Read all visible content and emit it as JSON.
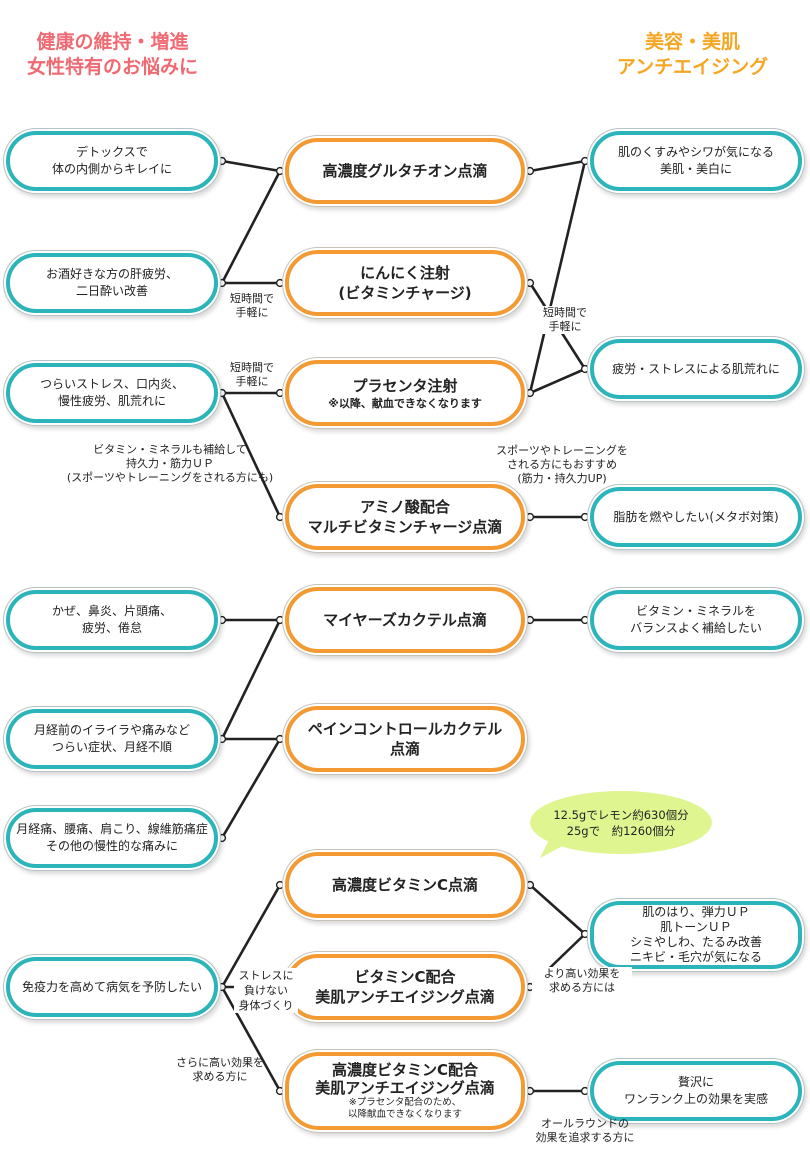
{
  "header": {
    "left": [
      "健康の維持・増進",
      "女性特有のお悩みに"
    ],
    "right": [
      "美容・美肌",
      "アンチエイジング"
    ],
    "left_color": "#f06a73",
    "right_color": "#f5a623"
  },
  "left_items": [
    [
      "デトックスで",
      "体の内側からキレイに"
    ],
    [
      "お酒好きな方の肝疲労、",
      "二日酔い改善"
    ],
    [
      "つらいストレス、口内炎、",
      "慢性疲労、肌荒れに"
    ],
    [
      "かぜ、鼻炎、片頭痛、",
      "疲労、倦怠"
    ],
    [
      "月経前のイライラや痛みなど",
      "つらい症状、月経不順"
    ],
    [
      "月経痛、腰痛、肩こり、線維筋痛症",
      "その他の慢性的な痛みに"
    ],
    [
      "免疫力を高めて病気を予防したい"
    ]
  ],
  "treatments": [
    {
      "lines": [
        "高濃度グルタチオン点滴"
      ],
      "sub": []
    },
    {
      "lines": [
        "にんにく注射",
        "(ビタミンチャージ)"
      ],
      "sub": []
    },
    {
      "lines": [
        "プラセンタ注射"
      ],
      "sub": [
        "※以降、献血できなくなります"
      ]
    },
    {
      "lines": [
        "アミノ酸配合",
        "マルチビタミンチャージ点滴"
      ],
      "sub": []
    },
    {
      "lines": [
        "マイヤーズカクテル点滴"
      ],
      "sub": []
    },
    {
      "lines": [
        "ペインコントロールカクテル",
        "点滴"
      ],
      "sub": []
    },
    {
      "lines": [
        "高濃度ビタミンC点滴"
      ],
      "sub": []
    },
    {
      "lines": [
        "ビタミンC配合",
        "美肌アンチエイジング点滴"
      ],
      "sub": []
    },
    {
      "lines": [
        "高濃度ビタミンC配合",
        "美肌アンチエイジング点滴"
      ],
      "sub": [
        "※プラセンタ配合のため、",
        "以降献血できなくなります"
      ]
    }
  ],
  "right_items": [
    [
      "肌のくすみやシワが気になる",
      "美肌・美白に"
    ],
    [
      "疲労・ストレスによる肌荒れに"
    ],
    [
      "脂肪を燃やしたい(メタボ対策)"
    ],
    [
      "ビタミン・ミネラルを",
      "バランスよく補給したい"
    ],
    [
      "肌のはり、弾力ＵＰ",
      "肌トーンＵＰ",
      "シミやしわ、たるみ改善",
      "ニキビ・毛穴が気になる"
    ],
    [
      "贅沢に",
      "ワンランク上の効果を実感"
    ]
  ],
  "notes": {
    "short_time_1": [
      "短時間で",
      "手軽に"
    ],
    "short_time_2": [
      "短時間で",
      "手軽に"
    ],
    "short_time_3": [
      "短時間で",
      "手軽に"
    ],
    "vitamin_mineral": [
      "ビタミン・ミネラルも補給して",
      "持久力・筋力ＵＰ",
      "(スポーツやトレーニングをされる方にも)"
    ],
    "sports": [
      "スポーツやトレーニングを",
      "される方にもおすすめ",
      "(筋力・持久力UP)"
    ],
    "stress_body": [
      "ストレスに",
      "負けない",
      "身体づくり"
    ],
    "higher_effect_left": [
      "さらに高い効果を",
      "求める方に"
    ],
    "higher_effect_right": [
      "より高い効果を",
      "求める方には"
    ],
    "all_round": [
      "オールラウンドの",
      "効果を追求する方に"
    ]
  },
  "bubble": [
    "12.5gでレモン約630個分",
    "25gで　約1260個分"
  ],
  "colors": {
    "side_border": "#2bb5bb",
    "treatment_border": "#f39a33",
    "bubble_fill": "#dff590",
    "line": "#222222"
  }
}
